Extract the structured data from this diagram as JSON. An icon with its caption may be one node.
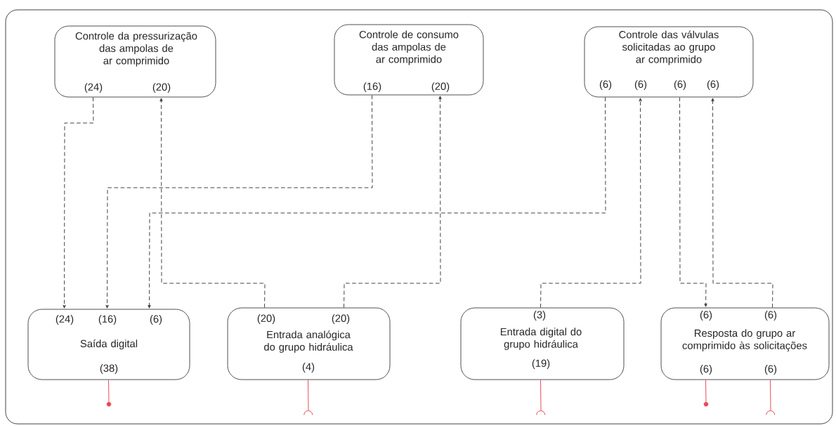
{
  "diagram": {
    "nodes": [
      {
        "text": [
          "Controle da pressurização das ampolas de ar comprimido",
          "(24)",
          "(20)"
        ]
      },
      {
        "text": [
          "Controle de consumo das ampolas de ar comprimido",
          "(16)",
          "(20)"
        ]
      },
      {
        "text": [
          "Controle das válvulas solicitadas ao grupo ar comprimido",
          "(6)",
          "(6)",
          "(6)",
          "(6)"
        ]
      },
      {
        "text": [
          "(24)",
          "(16)",
          "(6)",
          "Saída digital",
          "(38)"
        ]
      },
      {
        "text": [
          "(20)",
          "(20)",
          "Entrada analógica do grupo hidráulica",
          "(4)"
        ]
      },
      {
        "text": [
          "(3)",
          "Entrada digital do grupo hidráulica",
          "(19)"
        ]
      },
      {
        "text": [
          "(6)",
          "(6)",
          "Resposta do grupo ar comprimido às solicitações",
          "(6)",
          "(6)"
        ]
      },
      {
        "text": [],
        "shape": "circle"
      },
      {
        "text": [],
        "shape": "arc"
      },
      {
        "text": [],
        "shape": "arc"
      },
      {
        "text": [],
        "shape": "circle"
      },
      {
        "text": [],
        "shape": "arc"
      }
    ],
    "edges": [
      {
        "from": 0,
        "to": 3,
        "arrow": "to",
        "style": "dashed"
      },
      {
        "from": 1,
        "to": 3,
        "arrow": "to",
        "style": "dashed"
      },
      {
        "from": 2,
        "to": 3,
        "arrow": "to",
        "style": "dashed"
      },
      {
        "from": 4,
        "to": 0,
        "arrow": "to",
        "style": "dashed"
      },
      {
        "from": 4,
        "to": 1,
        "arrow": "to",
        "style": "dashed"
      },
      {
        "from": 5,
        "to": 2,
        "arrow": "to",
        "style": "dashed"
      },
      {
        "from": 2,
        "to": 6,
        "arrow": "to",
        "style": "dashed"
      },
      {
        "from": 6,
        "to": 2,
        "arrow": "to",
        "style": "dashed"
      },
      {
        "from": 3,
        "to": 7,
        "arrow": "none",
        "color": "#e84855"
      },
      {
        "from": 4,
        "to": 8,
        "arrow": "none",
        "color": "#e84855"
      },
      {
        "from": 5,
        "to": 9,
        "arrow": "none",
        "color": "#e84855"
      },
      {
        "from": 6,
        "to": 10,
        "arrow": "none",
        "color": "#e84855"
      },
      {
        "from": 6,
        "to": 11,
        "arrow": "none",
        "color": "#e84855"
      }
    ]
  }
}
